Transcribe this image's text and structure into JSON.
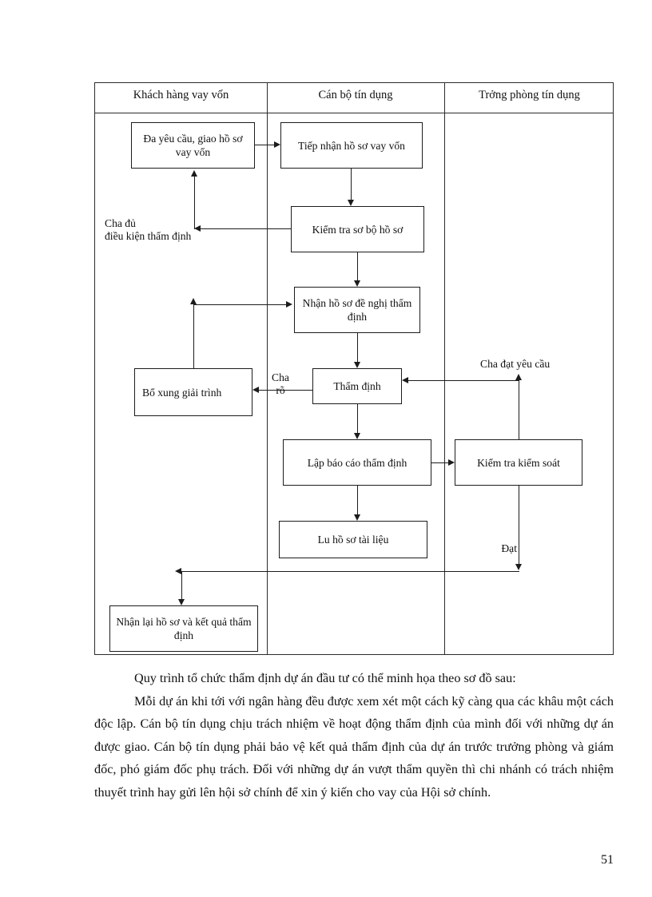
{
  "document": {
    "page_number": "51"
  },
  "flowchart": {
    "columns": [
      {
        "title": "Khách hàng vay vốn"
      },
      {
        "title": "Cán bộ tín dụng"
      },
      {
        "title": "Trởng   phòng tín dụng"
      }
    ],
    "nodes": {
      "n1": "Đa   yêu cầu, giao hồ sơ vay vốn",
      "n2": "Tiếp nhận hồ sơ vay vốn",
      "n3": "Kiểm tra sơ bộ hồ sơ",
      "n4": "Nhận hồ sơ  đề nghị thẩm định",
      "n5": "Bổ xung giải trình",
      "n6": "Thẩm  định",
      "n7": "Lập báo cáo thẩm định",
      "n8": "Kiểm tra kiểm soát",
      "n9": "Lu   hồ sơ tài liệu",
      "n10": "Nhận lại hồ sơ và kết quả thẩm định"
    },
    "edge_labels": {
      "e1": "Cha   đủ\nđiều kiện thẩm định",
      "e2": "Cha\nrõ",
      "e3": "Cha   đạt yêu cầu",
      "e4": "Đạt"
    }
  },
  "body": {
    "lead": "Quy trình tổ chức thẩm định dự án đầu tư có thể minh họa theo sơ đồ sau:",
    "paragraph": "Mỗi dự án khi tới với ngân hàng đều được xem xét một cách kỹ càng qua các khâu một cách độc lập. Cán bộ tín dụng chịu trách nhiệm về hoạt động thẩm định của mình đối với những dự án được giao. Cán bộ tín dụng phải bảo vệ kết quả thẩm định của dự án trước trưởng phòng và giám  đốc, phó giám  đốc phụ trách. Đối với những dự án vượt thẩm quyền thì chi nhánh có trách nhiệm thuyết trình hay gửi lên hội sở chính để xin ý kiến cho vay của Hội sở chính."
  }
}
